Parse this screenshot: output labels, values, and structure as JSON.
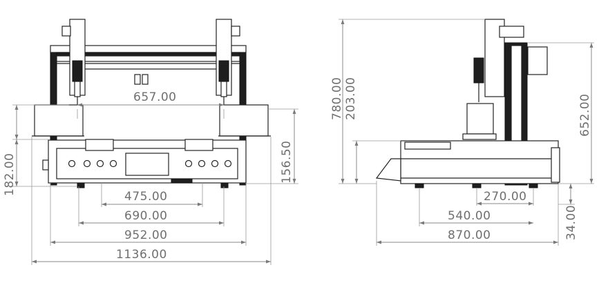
{
  "front_view": {
    "dims": {
      "d657": "657.00",
      "d475": "475.00",
      "d690": "690.00",
      "d952": "952.00",
      "d1136": "1136.00",
      "d182": "182.00",
      "d156": "156.50"
    }
  },
  "side_view": {
    "dims": {
      "d780": "780.00",
      "d203": "203.00",
      "d652": "652.00",
      "d270": "270.00",
      "d540": "540.00",
      "d870": "870.00",
      "d34": "34.00"
    }
  }
}
